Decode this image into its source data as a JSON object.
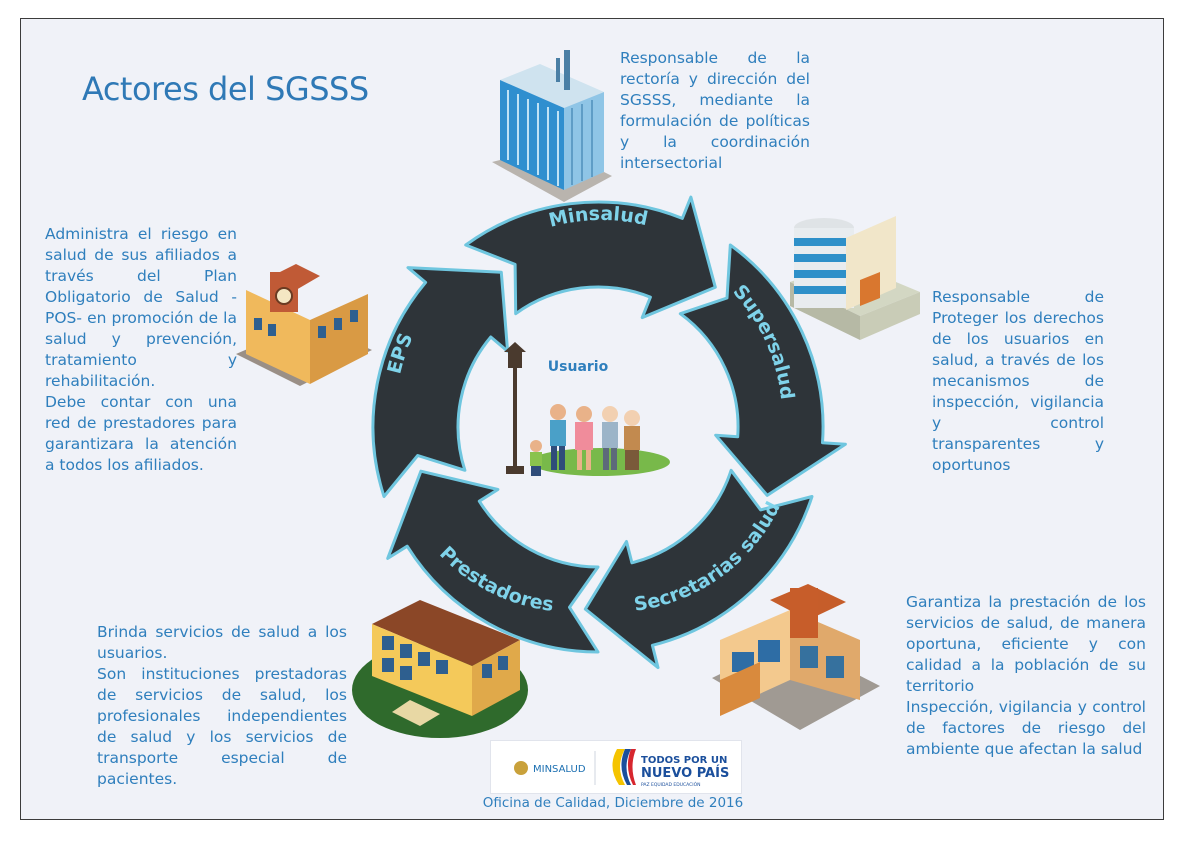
{
  "title": "Actores del SGSSS",
  "center": {
    "label": "Usuario"
  },
  "cycle": [
    {
      "name": "Minsalud"
    },
    {
      "name": "Supersalud"
    },
    {
      "name": "Secretarias salud"
    },
    {
      "name": "Prestadores"
    },
    {
      "name": "EPS"
    }
  ],
  "descriptions": {
    "minsalud": [
      "Responsable de la rectoría y dirección del SGSSS, mediante la formulación de políticas y la coordinación intersectorial"
    ],
    "eps": [
      "Administra el riesgo en salud de sus afiliados a través del Plan Obligatorio de Salud - POS- en promoción de la salud y prevención, tratamiento y rehabilitación.",
      "Debe contar con una red de prestadores para garantizara la atención a todos los afiliados."
    ],
    "supersalud": [
      "Responsable de Proteger los derechos de los usuarios en salud, a través de los mecanismos de inspección, vigilancia y control transparentes y oportunos"
    ],
    "prestadores": [
      "Brinda servicios de salud a los usuarios.",
      "Son instituciones prestadoras de servicios de salud, los profesionales independientes de salud y los servicios de transporte especial de pacientes."
    ],
    "secretarias": [
      "Garantiza la prestación de los servicios de salud, de manera oportuna, eficiente y con calidad a la población de su territorio",
      "Inspección, vigilancia y control de factores de riesgo del ambiente que afectan la salud"
    ]
  },
  "footer": {
    "logo_minsalud": "MINSALUD",
    "logo_pais_line1": "TODOS POR UN",
    "logo_pais_line2": "NUEVO PAÍS",
    "logo_pais_line3": "PAZ  EQUIDAD  EDUCACIÓN",
    "caption": "Oficina de Calidad, Diciembre de 2016"
  },
  "colors": {
    "arrow_fill": "#2e3439",
    "arrow_outline": "#6fc6df",
    "arrow_text": "#7fd3ea",
    "text": "#2f7fbd"
  }
}
